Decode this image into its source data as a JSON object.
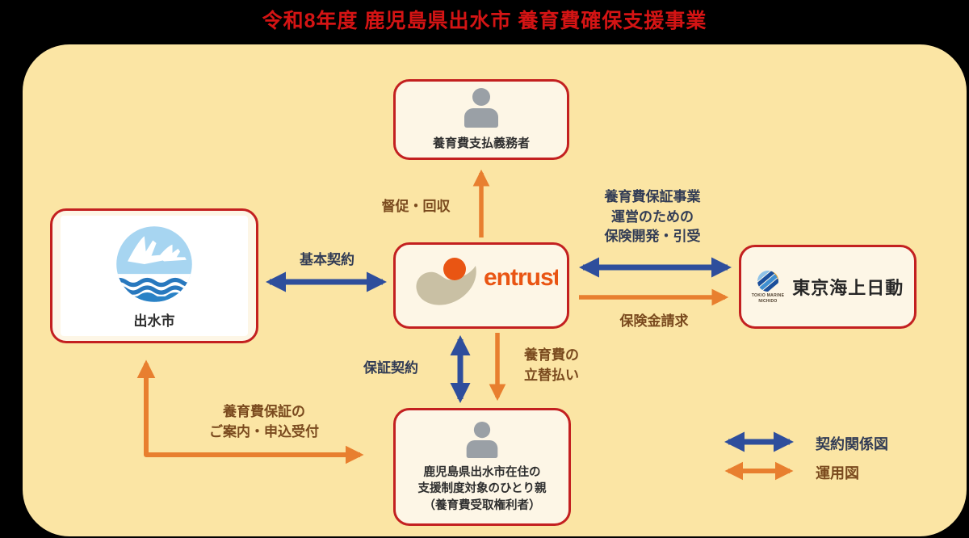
{
  "title": "令和8年度 鹿児島県出水市 養育費確保支援事業",
  "nodes": {
    "obligor": {
      "label": "養育費支払義務者",
      "icon": "person-icon"
    },
    "izumi_city": {
      "label": "出水市",
      "icon": "crane-city-logo"
    },
    "entrust": {
      "logo_text": "entrust"
    },
    "tokio_marine": {
      "label": "東京海上日動",
      "logo_text_line1": "TOKIO MARINE",
      "logo_text_line2": "NICHIDO"
    },
    "single_parent": {
      "label": "鹿児島県出水市在住の\n支援制度対象のひとり親\n（養育費受取権利者）",
      "icon": "person-icon"
    }
  },
  "edges": {
    "collection": {
      "label": "督促・回収",
      "type": "operation",
      "from": "entrust",
      "to": "obligor"
    },
    "basic_contract": {
      "label": "基本契約",
      "type": "contract",
      "between": [
        "izumi_city",
        "entrust"
      ]
    },
    "insurance_dev": {
      "label": "養育費保証事業\n運営のための\n保険開発・引受",
      "type": "contract",
      "between": [
        "entrust",
        "tokio_marine"
      ]
    },
    "insurance_claim": {
      "label": "保険金請求",
      "type": "operation",
      "from": "entrust",
      "to": "tokio_marine"
    },
    "guarantee_contract": {
      "label": "保証契約",
      "type": "contract",
      "between": [
        "entrust",
        "single_parent"
      ]
    },
    "advance_payment": {
      "label": "養育費の\n立替払い",
      "type": "operation",
      "from": "entrust",
      "to": "single_parent"
    },
    "guide_application": {
      "label": "養育費保証の\nご案内・申込受付",
      "type": "operation",
      "between": [
        "izumi_city",
        "single_parent"
      ]
    }
  },
  "legend": {
    "contract": {
      "label": "契約関係図",
      "color": "#2e4e9c"
    },
    "operation": {
      "label": "運用図",
      "color": "#e87f2f"
    }
  },
  "colors": {
    "outer_background": "#000000",
    "title_red": "#d41414",
    "panel_yellow": "#fbe5a4",
    "box_fill": "#fdf6e6",
    "box_border_red": "#c32020",
    "arrow_blue": "#2e4e9c",
    "arrow_orange": "#e87f2f",
    "label_navy": "#323c55",
    "label_brown": "#7a4a1e",
    "person_gray": "#9aa0a6",
    "entrust_orange": "#e95513",
    "entrust_beige": "#c9c0a4"
  }
}
